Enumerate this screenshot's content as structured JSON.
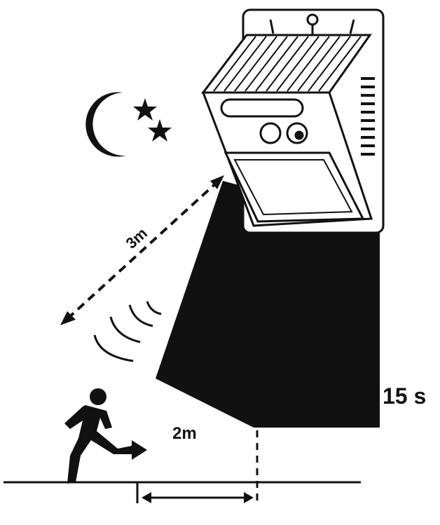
{
  "labels": {
    "beam_distance": "3m",
    "ground_distance": "2m",
    "duration": "15 s"
  },
  "colors": {
    "ink": "#111111",
    "paper": "#ffffff"
  },
  "icons": [
    "moon-icon",
    "star-icon",
    "running-person-icon",
    "motion-waves-icon",
    "solar-light-icon"
  ]
}
